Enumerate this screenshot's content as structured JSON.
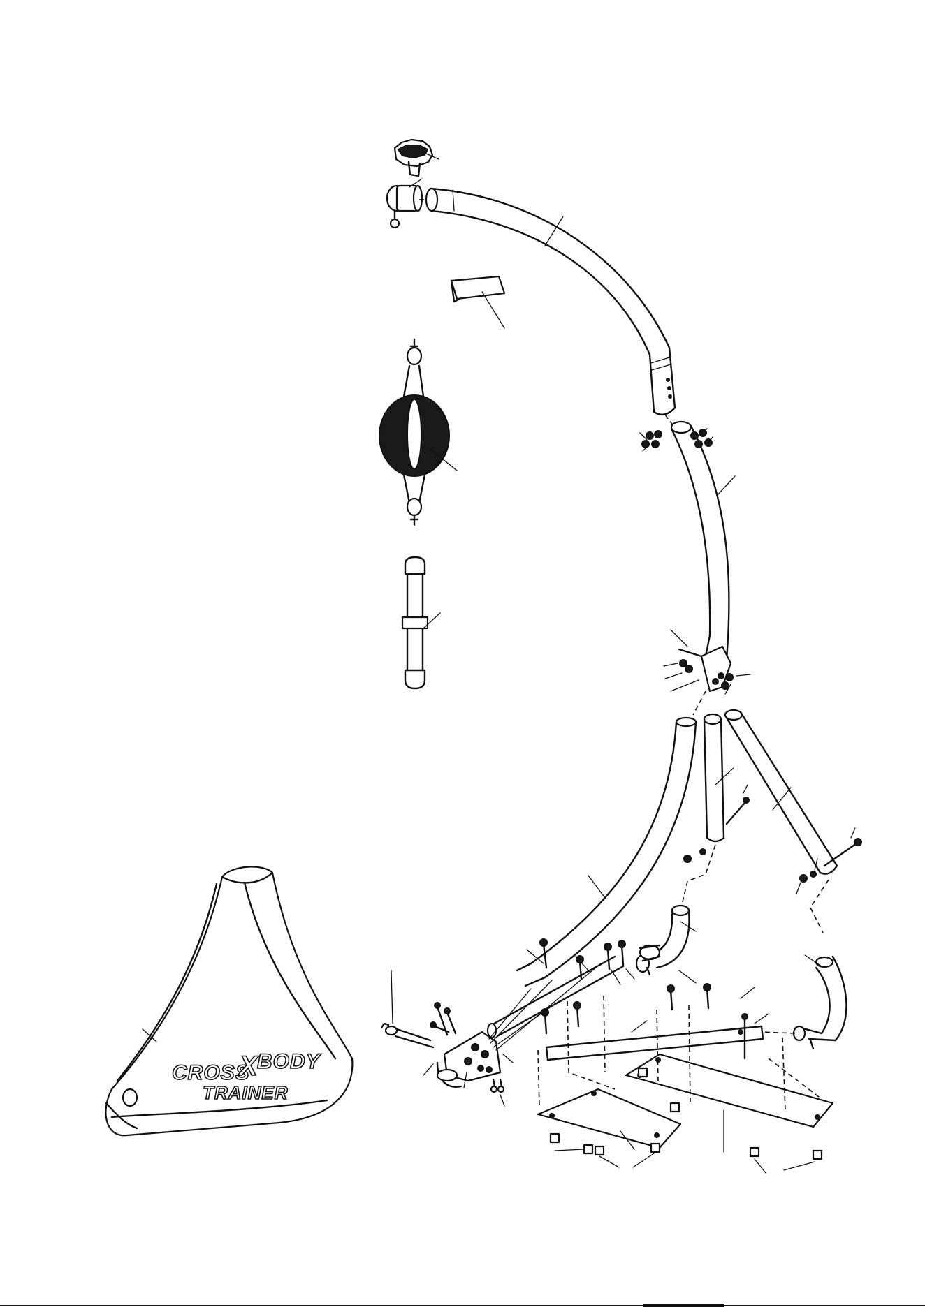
{
  "product_logo": {
    "line1_left": "CROSS",
    "line1_mid": "X",
    "line1_right": "BODY",
    "line2": "TRAINER"
  }
}
